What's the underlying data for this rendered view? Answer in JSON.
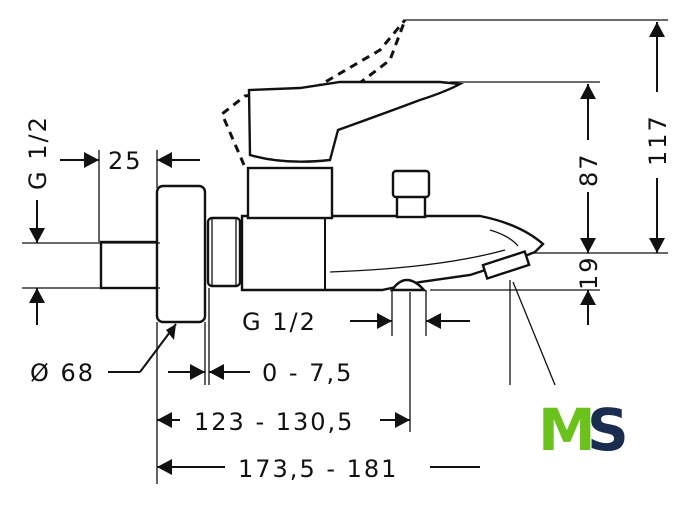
{
  "drawing": {
    "dimensions": {
      "inlet_thread_vertical": "G 1/2",
      "inlet_length": "25",
      "escutcheon_diameter": "Ø 68",
      "adjustment_range": "0 - 7,5",
      "spout_outlet_thread": "G 1/2",
      "wall_to_outlet": "123 - 130,5",
      "overall_projection": "173,5 - 181",
      "height_to_lever": "87",
      "total_height": "117",
      "outlet_offset": "19"
    }
  },
  "logo": {
    "letter_1": "M",
    "letter_2": "S"
  },
  "colors": {
    "logo_green": "#6cc21d",
    "logo_navy": "#1b2d4f",
    "line": "#111111"
  }
}
